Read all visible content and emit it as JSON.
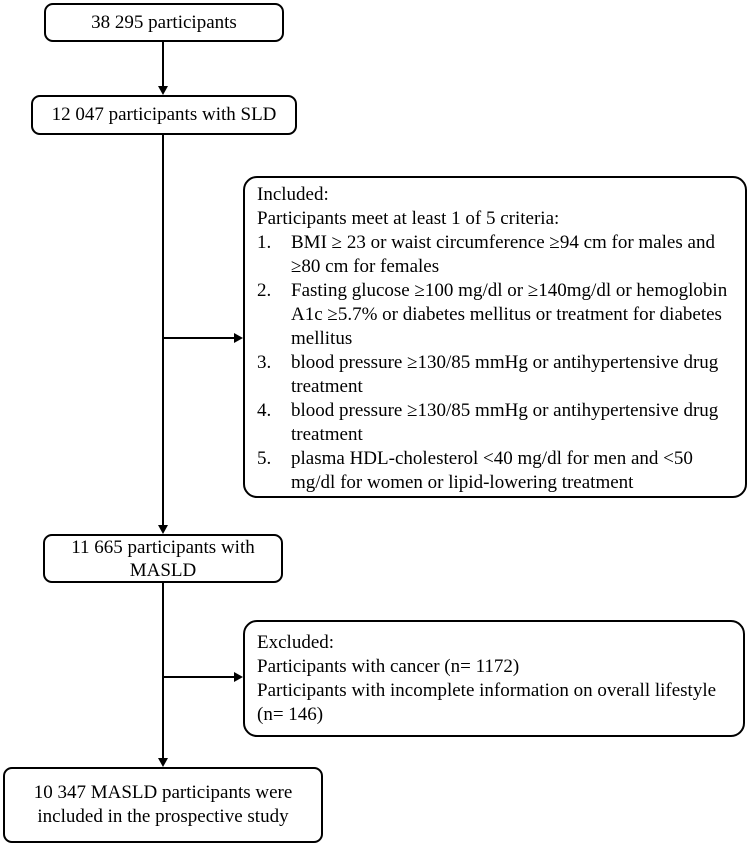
{
  "flow": {
    "total": {
      "label": "38 295 participants"
    },
    "sld": {
      "label": "12 047 participants with SLD"
    },
    "masld": {
      "line1": "11 665 participants with",
      "line2": "MASLD"
    },
    "final": {
      "line1": "10 347 MASLD participants were",
      "line2": "included in the prospective study"
    }
  },
  "included": {
    "title": "Included:",
    "subtitle": "Participants meet at least 1 of 5 criteria:",
    "criteria": [
      {
        "num": "1.",
        "text": "BMI ≥ 23 or waist circumference ≥94 cm for males and ≥80 cm for females"
      },
      {
        "num": "2.",
        "text": "Fasting glucose ≥100 mg/dl or ≥140mg/dl or hemoglobin A1c ≥5.7% or diabetes mellitus or treatment for diabetes mellitus"
      },
      {
        "num": "3.",
        "text": "blood pressure ≥130/85 mmHg or antihypertensive drug treatment"
      },
      {
        "num": "4.",
        "text": "blood pressure ≥130/85 mmHg or antihypertensive drug treatment"
      },
      {
        "num": "5.",
        "text": "plasma HDL-cholesterol <40 mg/dl for men and <50 mg/dl for women or lipid-lowering treatment"
      }
    ]
  },
  "excluded": {
    "title": "Excluded:",
    "items": [
      "Participants with cancer (n= 1172)",
      "Participants with incomplete information on overall lifestyle (n= 146)"
    ]
  },
  "colors": {
    "line": "#000000",
    "text": "#000000",
    "background": "#ffffff"
  }
}
